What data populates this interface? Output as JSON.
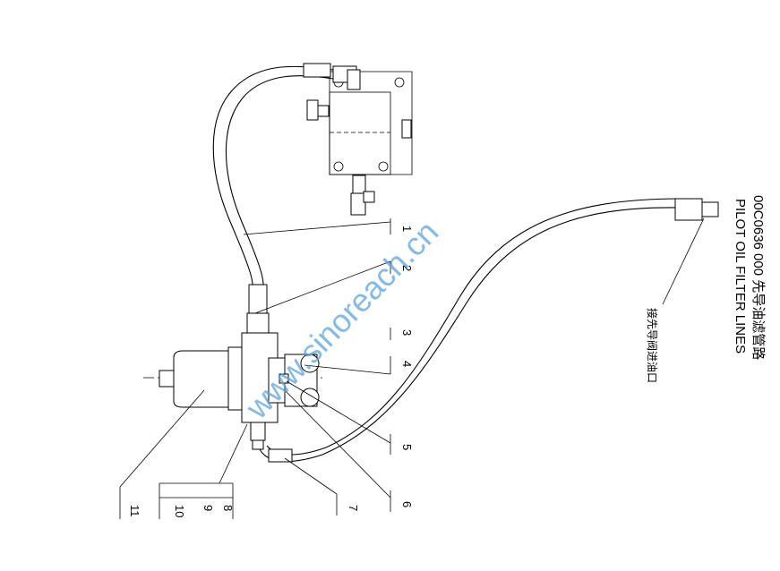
{
  "title": {
    "code_cn": "00C0636 000  先导油滤管路",
    "en": "PILOT OIL FILTER LINES"
  },
  "note": "接先导阀进油口",
  "watermark": "www.sinoreach.cn",
  "part_numbers": [
    "1",
    "2",
    "3",
    "4",
    "5",
    "6",
    "7",
    "8",
    "9",
    "10",
    "11"
  ],
  "colors": {
    "line": "#000000",
    "watermark": "#5aa3e0"
  }
}
